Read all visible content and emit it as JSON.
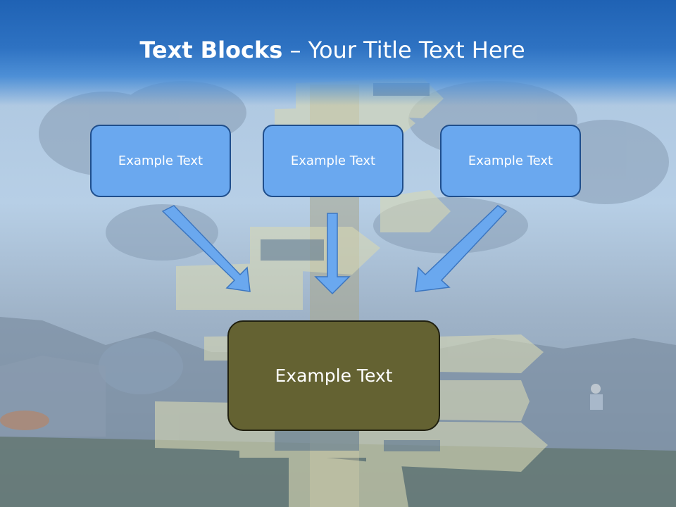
{
  "slide": {
    "title_bold": "Text Blocks",
    "title_rest": " – Your Title Text Here"
  },
  "blocks": [
    {
      "label": "Example Text"
    },
    {
      "label": "Example Text"
    },
    {
      "label": "Example Text"
    }
  ],
  "center_block": {
    "label": "Example Text"
  },
  "colors": {
    "title_band": "#2e72c2",
    "block_fill": "#6aa8ef",
    "block_border": "#1f4e8c",
    "center_fill": "#646232",
    "arrow_fill": "#6aa8ef"
  }
}
